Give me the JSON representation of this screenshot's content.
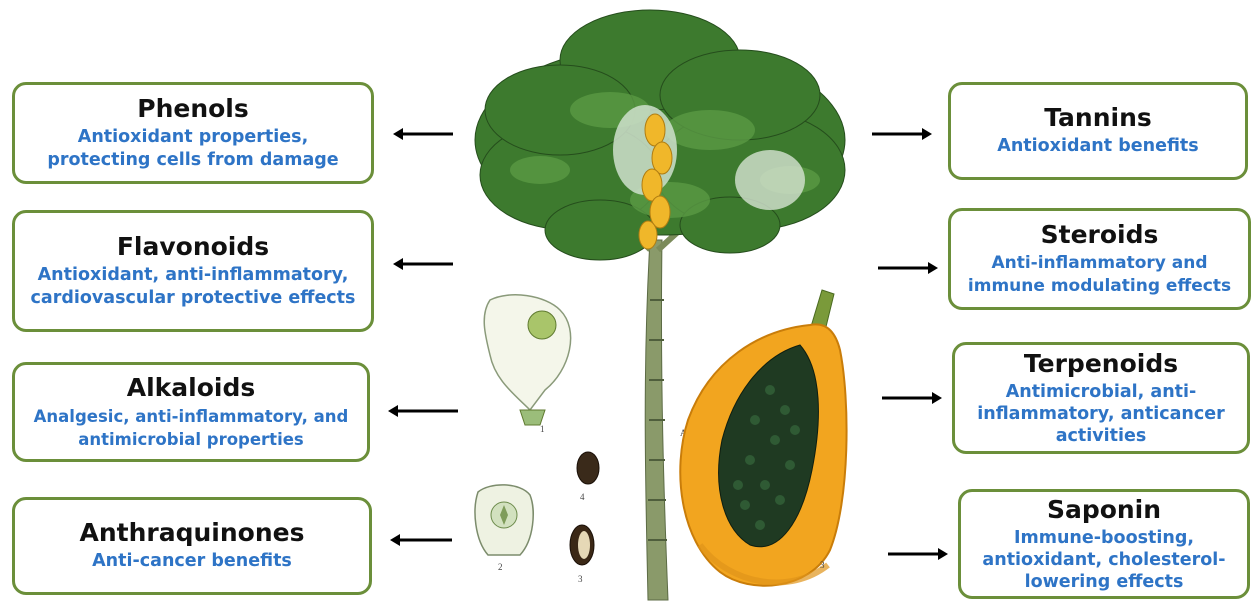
{
  "left_boxes": [
    {
      "title": "Phenols",
      "desc": "Antioxidant properties, protecting cells from damage"
    },
    {
      "title": "Flavonoids",
      "desc": "Antioxidant, anti-inflammatory, cardiovascular protective effects"
    },
    {
      "title": "Alkaloids",
      "desc": "Analgesic, anti-inflammatory, and antimicrobial properties"
    },
    {
      "title": "Anthraquinones",
      "desc": "Anti-cancer benefits"
    }
  ],
  "right_boxes": [
    {
      "title": "Tannins",
      "desc": "Antioxidant benefits"
    },
    {
      "title": "Steroids",
      "desc": "Anti-inflammatory and immune modulating effects"
    },
    {
      "title": "Terpenoids",
      "desc": "Antimicrobial, anti-inflammatory, anticancer activities"
    },
    {
      "title": "Saponin",
      "desc": "Immune-boosting, antioxidant, cholesterol-lowering effects"
    }
  ],
  "illustration": {
    "subject": "papaya-plant",
    "plate_labels": [
      "1",
      "2",
      "3",
      "4",
      "A"
    ]
  },
  "colors": {
    "box_border": "#6b8f3a",
    "title_text": "#111111",
    "desc_text": "#2e74c6",
    "foliage": "#3d7a2e",
    "fruit": "#f2a51f",
    "seeds": "#1f3a22"
  }
}
